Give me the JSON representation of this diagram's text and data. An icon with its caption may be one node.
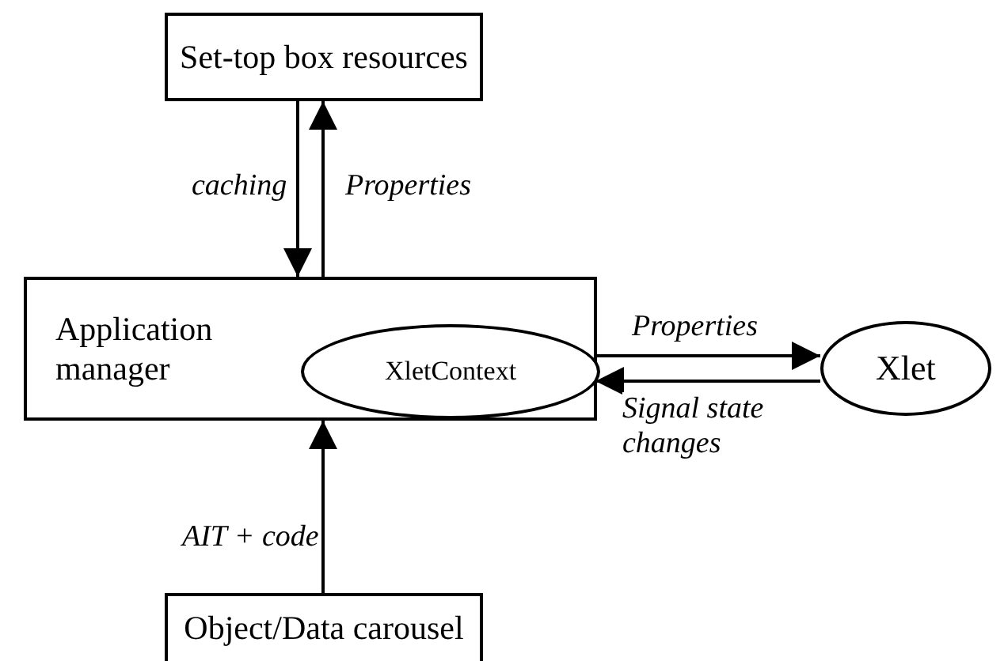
{
  "diagram": {
    "nodes": [
      {
        "text": [
          "Set-top box resources"
        ]
      },
      {
        "text": [
          "Application manager"
        ]
      },
      {
        "text": [
          "XletContext"
        ],
        "in": 1
      },
      {
        "text": [
          "Xlet"
        ]
      },
      {
        "text": [
          "Object/Data carousel"
        ]
      }
    ],
    "edges": [
      {
        "from": 0,
        "to": 1,
        "arrow": "to",
        "label": "caching"
      },
      {
        "from": 1,
        "to": 0,
        "arrow": "to",
        "label": "Properties"
      },
      {
        "from": 2,
        "to": 3,
        "arrow": "to",
        "label": "Properties"
      },
      {
        "from": 3,
        "to": 2,
        "arrow": "to",
        "label": "Signal state changes"
      },
      {
        "from": 4,
        "to": 1,
        "arrow": "to",
        "label": "AIT + code"
      }
    ]
  }
}
